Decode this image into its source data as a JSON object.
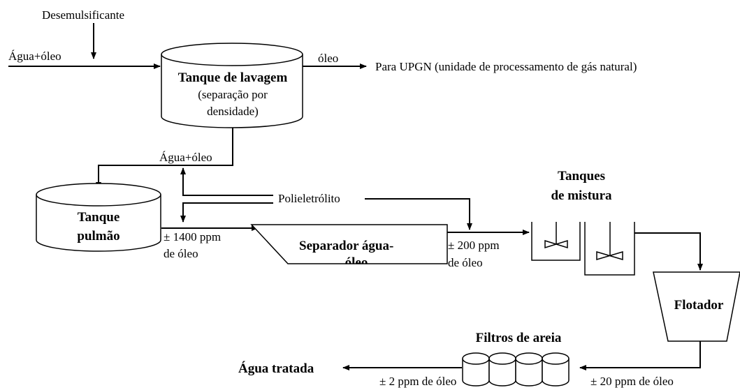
{
  "labels": {
    "desemulsificante": "Desemulsificante",
    "agua_oleo_in": "Água+óleo",
    "oleo_out": "óleo",
    "para_upgn": "Para UPGN (unidade de processamento de gás natural)",
    "tanque_lavagem": "Tanque de lavagem",
    "separacao_1": "(separação por",
    "separacao_2": "densidade)",
    "agua_oleo_mid": "Água+óleo",
    "tanque_pulmao_1": "Tanque",
    "tanque_pulmao_2": "pulmão",
    "polieletrolito": "Polieletrólito",
    "ppm1400_1": "± 1400 ppm",
    "ppm1400_2": "de óleo",
    "separador_1": "Separador água-",
    "separador_2": "óleo",
    "ppm200_1": "± 200 ppm",
    "ppm200_2": "de óleo",
    "tanques_mistura_1": "Tanques",
    "tanques_mistura_2": "de mistura",
    "flotador": "Flotador",
    "filtros": "Filtros de areia",
    "agua_tratada": "Água tratada",
    "ppm2": "± 2 ppm de óleo",
    "ppm20": "± 20 ppm de óleo"
  }
}
